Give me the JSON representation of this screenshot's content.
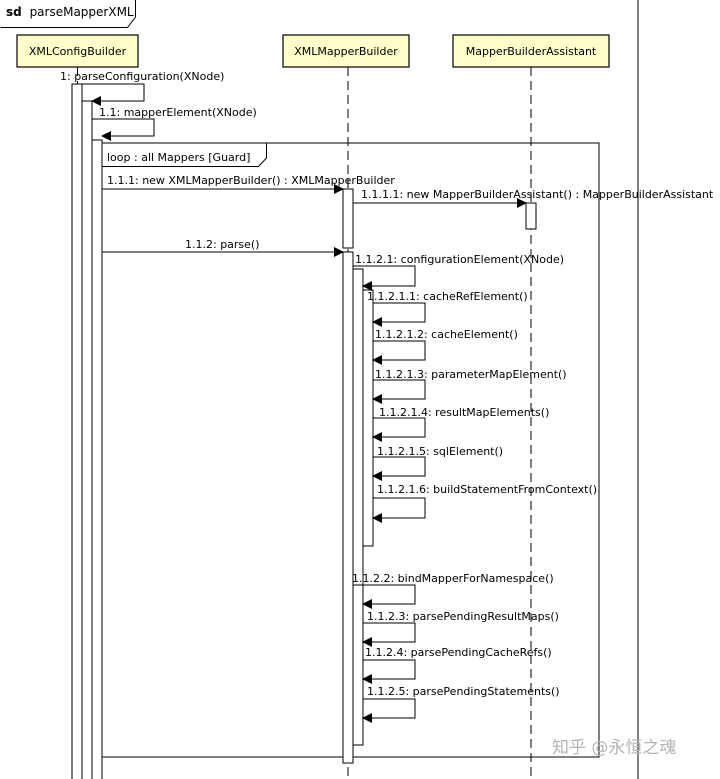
{
  "title_prefix": "sd",
  "title": "parseMapperXML",
  "participants": [
    {
      "name": "XMLConfigBuilder",
      "color": "#ffffcc"
    },
    {
      "name": "XMLMapperBuilder",
      "color": "#ffffcc"
    },
    {
      "name": "MapperBuilderAssistant",
      "color": "#ffffcc"
    }
  ],
  "loop": {
    "operator": "loop",
    "label": ": all Mappers  [Guard]"
  },
  "messages": [
    {
      "id": "m1",
      "label": "1: parseConfiguration(XNode)"
    },
    {
      "id": "m2",
      "label": "1.1: mapperElement(XNode)"
    },
    {
      "id": "m3",
      "label": "1.1.1: new XMLMapperBuilder() : XMLMapperBuilder"
    },
    {
      "id": "m4",
      "label": "1.1.1.1: new MapperBuilderAssistant() : MapperBuilderAssistant"
    },
    {
      "id": "m5",
      "label": "1.1.2: parse()"
    },
    {
      "id": "m6",
      "label": "1.1.2.1: configurationElement(XNode)"
    },
    {
      "id": "m7",
      "label": "1.1.2.1.1: cacheRefElement()"
    },
    {
      "id": "m8",
      "label": "1.1.2.1.2: cacheElement()"
    },
    {
      "id": "m9",
      "label": "1.1.2.1.3: parameterMapElement()"
    },
    {
      "id": "m10",
      "label": "1.1.2.1.4: resultMapElements()"
    },
    {
      "id": "m11",
      "label": "1.1.2.1.5: sqlElement()"
    },
    {
      "id": "m12",
      "label": "1.1.2.1.6: buildStatementFromContext()"
    },
    {
      "id": "m13",
      "label": "1.1.2.2: bindMapperForNamespace()"
    },
    {
      "id": "m14",
      "label": "1.1.2.3: parsePendingResultMaps()"
    },
    {
      "id": "m15",
      "label": "1.1.2.4: parsePendingCacheRefs()"
    },
    {
      "id": "m16",
      "label": "1.1.2.5: parsePendingStatements()"
    }
  ],
  "watermark": "知乎 @永恒之魂"
}
